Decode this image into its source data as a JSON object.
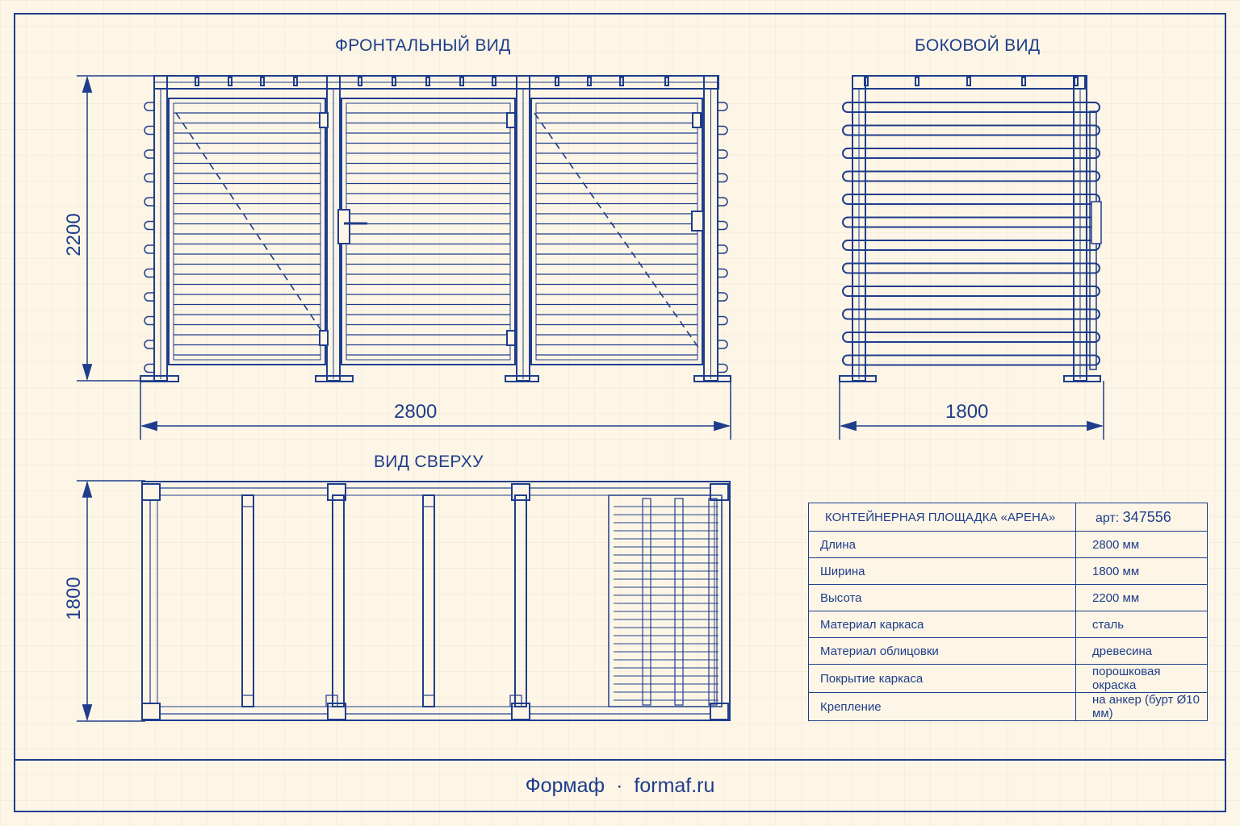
{
  "views": {
    "front_title": "ФРОНТАЛЬНЫЙ ВИД",
    "side_title": "БОКОВОЙ ВИД",
    "top_title": "ВИД СВЕРХУ"
  },
  "dimensions": {
    "front_height": "2200",
    "front_width": "2800",
    "side_width": "1800",
    "top_depth": "1800"
  },
  "spec_table": {
    "name": "КОНТЕЙНЕРНАЯ ПЛОЩАДКА «АРЕНА»",
    "article_label": "арт:",
    "article_number": "347556",
    "rows": [
      {
        "label": "Длина",
        "value": "2800 мм"
      },
      {
        "label": "Ширина",
        "value": "1800 мм"
      },
      {
        "label": "Высота",
        "value": "2200 мм"
      },
      {
        "label": "Материал каркаса",
        "value": "сталь"
      },
      {
        "label": "Материал облицовки",
        "value": "древесина"
      },
      {
        "label": "Покрытие каркаса",
        "value": "порошковая окраска"
      },
      {
        "label": "Крепление",
        "value": "на анкер (бурт Ø10 мм)"
      }
    ]
  },
  "footer": {
    "brand": "Формаф",
    "separator": "·",
    "site": "formaf.ru"
  },
  "colors": {
    "ink": "#1f3d8c",
    "paper": "#fdf6e6",
    "grid": "#e9e2d2"
  }
}
